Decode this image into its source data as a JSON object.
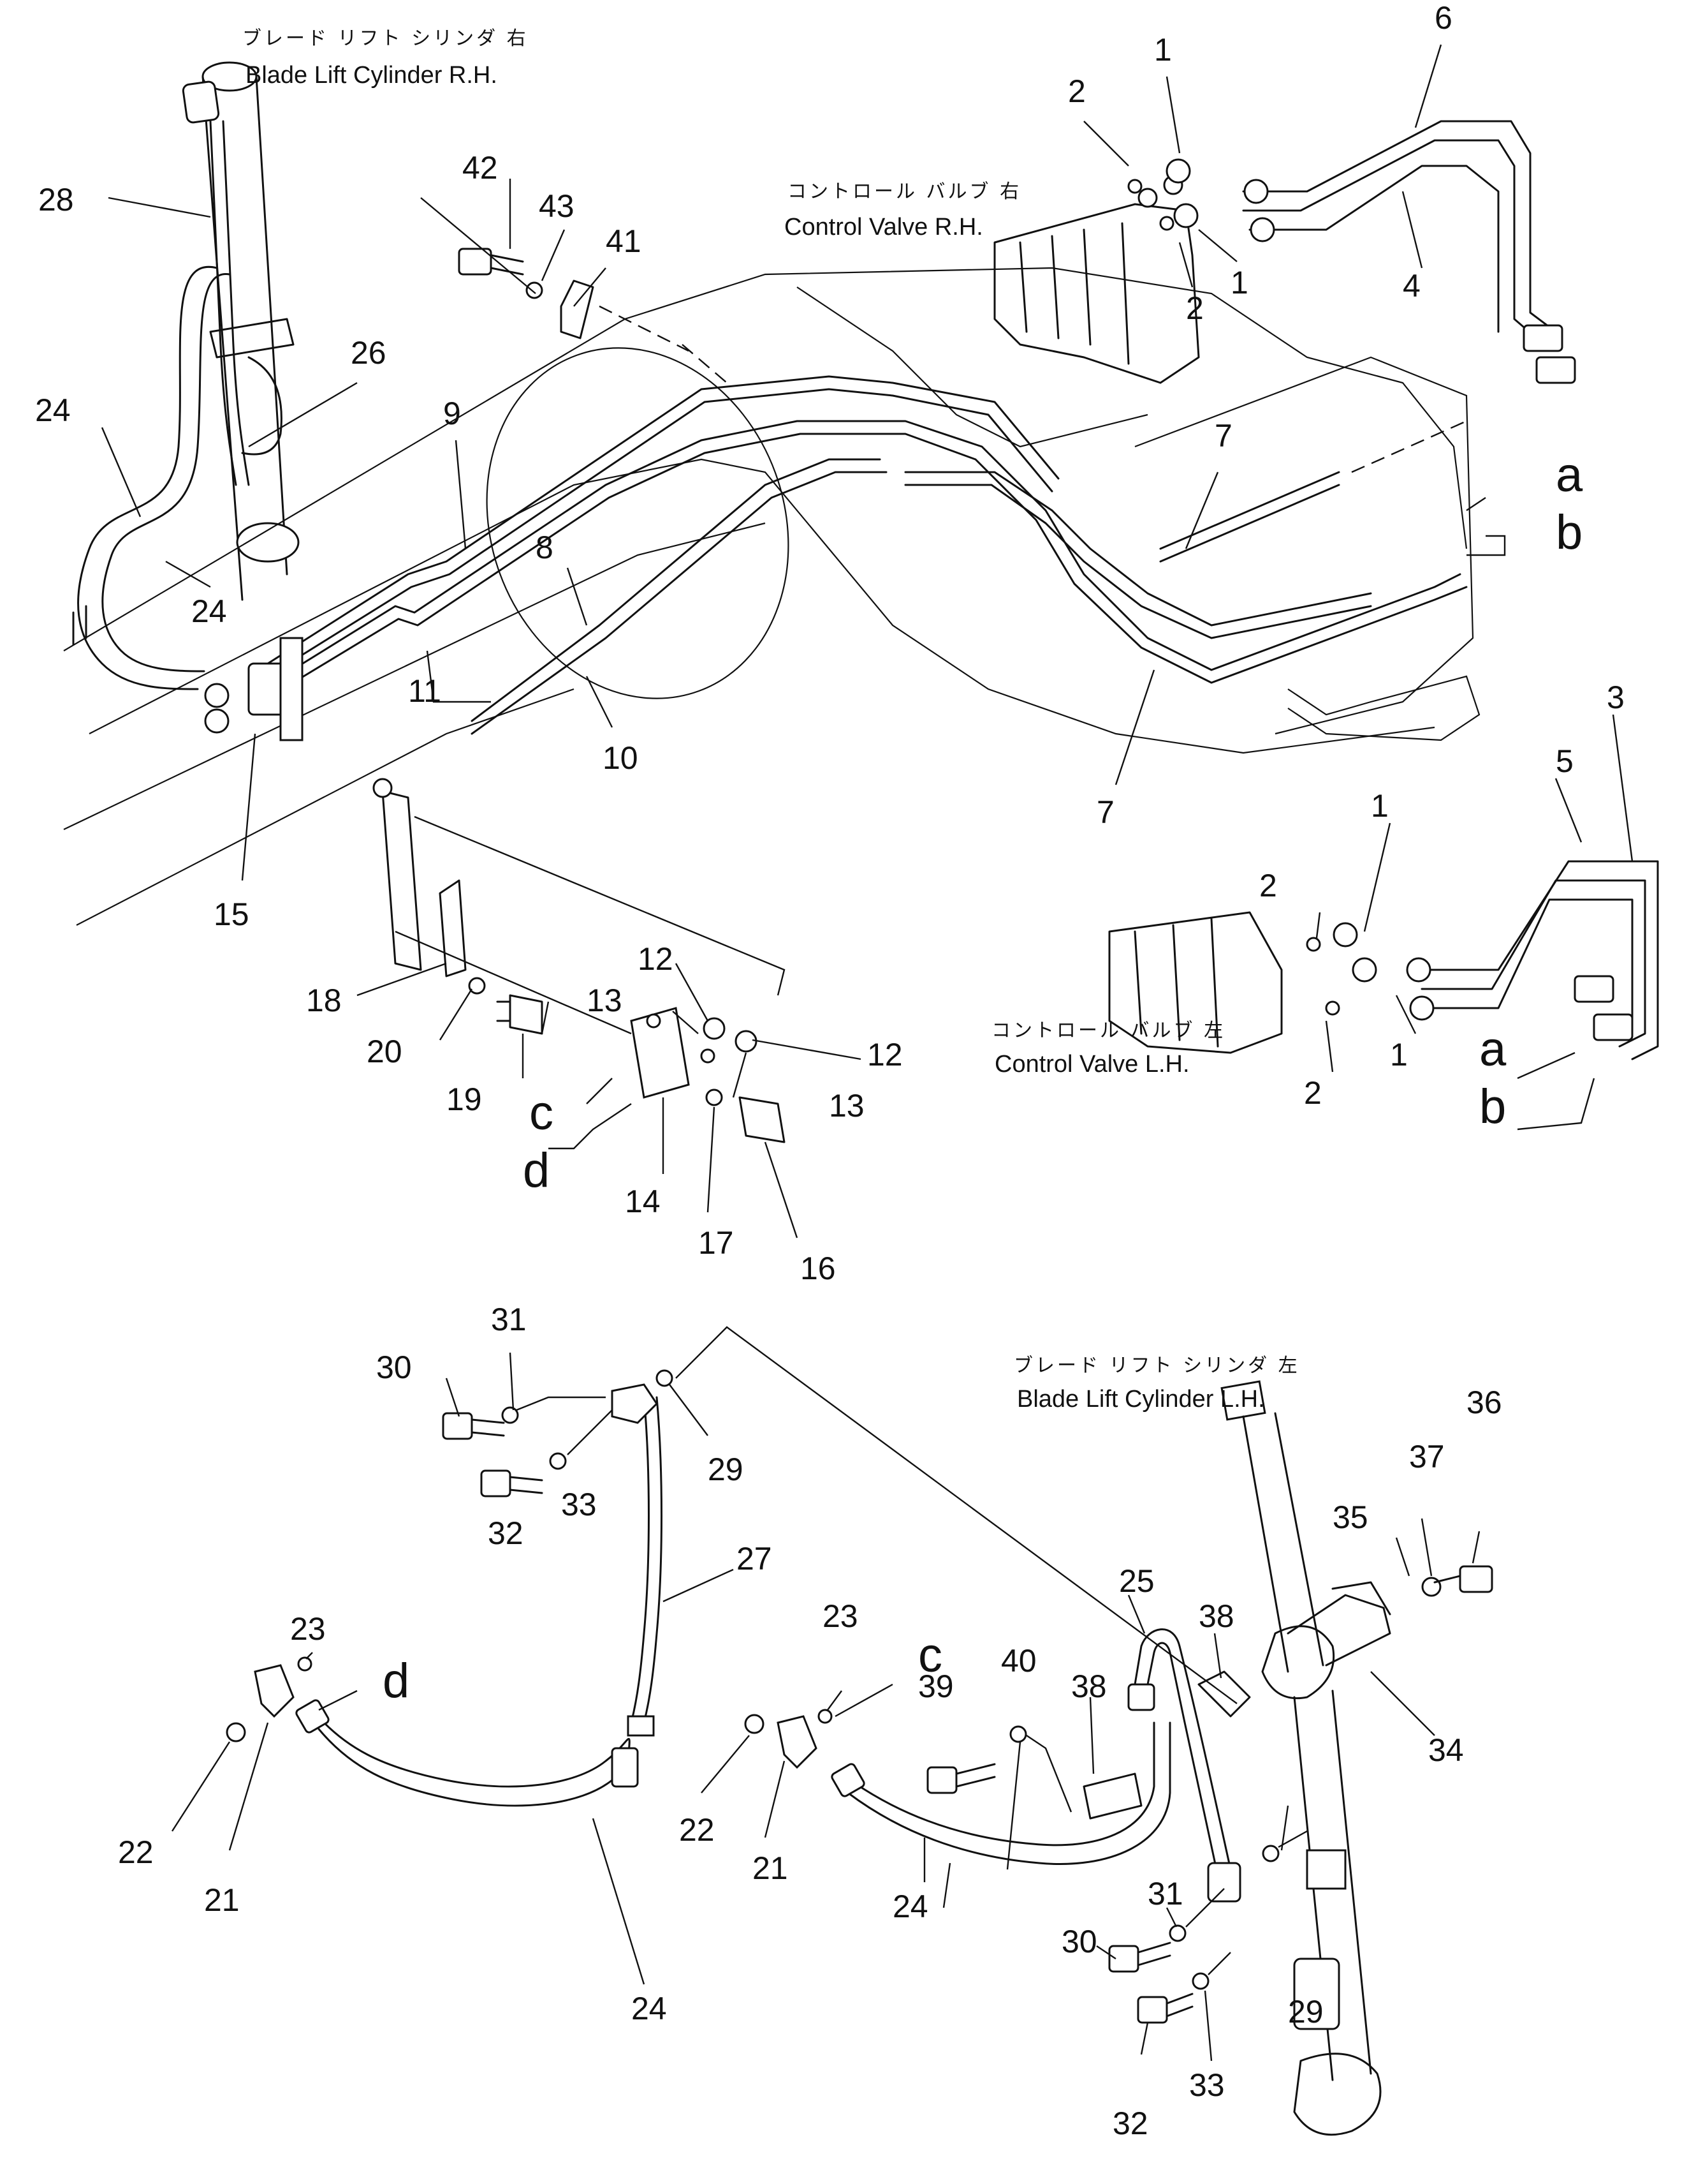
{
  "captions": {
    "cyl_rh_jp": "ブレード リフト シリンダ 右",
    "cyl_rh_en": "Blade Lift Cylinder R.H.",
    "cv_rh_jp": "コントロール バルブ 右",
    "cv_rh_en": "Control Valve R.H.",
    "cv_lh_jp": "コントロール バルブ 左",
    "cv_lh_en": "Control Valve L.H.",
    "cyl_lh_jp": "ブレード リフト シリンダ 左",
    "cyl_lh_en": "Blade Lift Cylinder L.H."
  },
  "callouts": {
    "p1": "1",
    "p2": "2",
    "p3": "3",
    "p4": "4",
    "p5": "5",
    "p6": "6",
    "p7": "7",
    "p8": "8",
    "p9": "9",
    "p10": "10",
    "p11": "11",
    "p12": "12",
    "p13": "13",
    "p14": "14",
    "p15": "15",
    "p16": "16",
    "p17": "17",
    "p18": "18",
    "p19": "19",
    "p20": "20",
    "p21": "21",
    "p22": "22",
    "p23": "23",
    "p24": "24",
    "p25": "25",
    "p26": "26",
    "p27": "27",
    "p28": "28",
    "p29": "29",
    "p30": "30",
    "p31": "31",
    "p32": "32",
    "p33": "33",
    "p34": "34",
    "p35": "35",
    "p36": "36",
    "p37": "37",
    "p38": "38",
    "p39": "39",
    "p40": "40",
    "p41": "41",
    "p42": "42",
    "p43": "43"
  },
  "connectors": {
    "a": "a",
    "b": "b",
    "c": "c",
    "d": "d"
  }
}
